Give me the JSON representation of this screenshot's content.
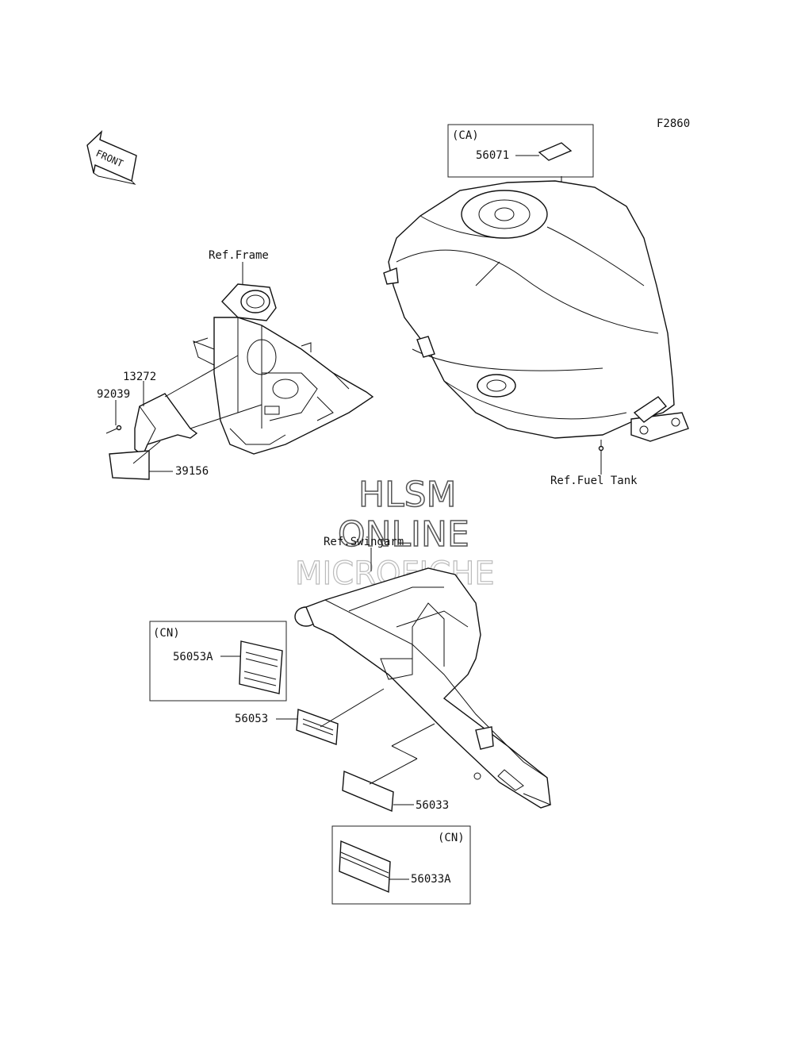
{
  "figure_code": "F2860",
  "front_label": "FRONT",
  "watermark": {
    "line1": "HLSM",
    "line2": "ONLINE",
    "line3": "MICROFICHE"
  },
  "refs": {
    "frame": "Ref.Frame",
    "fuel_tank": "Ref.Fuel Tank",
    "swingarm": "Ref.Swingarm"
  },
  "boxes": {
    "ca_tank": {
      "region": "(CA)",
      "part": "56071"
    },
    "cn_swingarm": {
      "region": "(CN)",
      "part": "56053A"
    },
    "cn_lower": {
      "region": "(CN)",
      "part": "56033A"
    }
  },
  "parts": {
    "p13272": "13272",
    "p92039": "92039",
    "p39156": "39156",
    "p56053": "56053",
    "p56033": "56033"
  }
}
